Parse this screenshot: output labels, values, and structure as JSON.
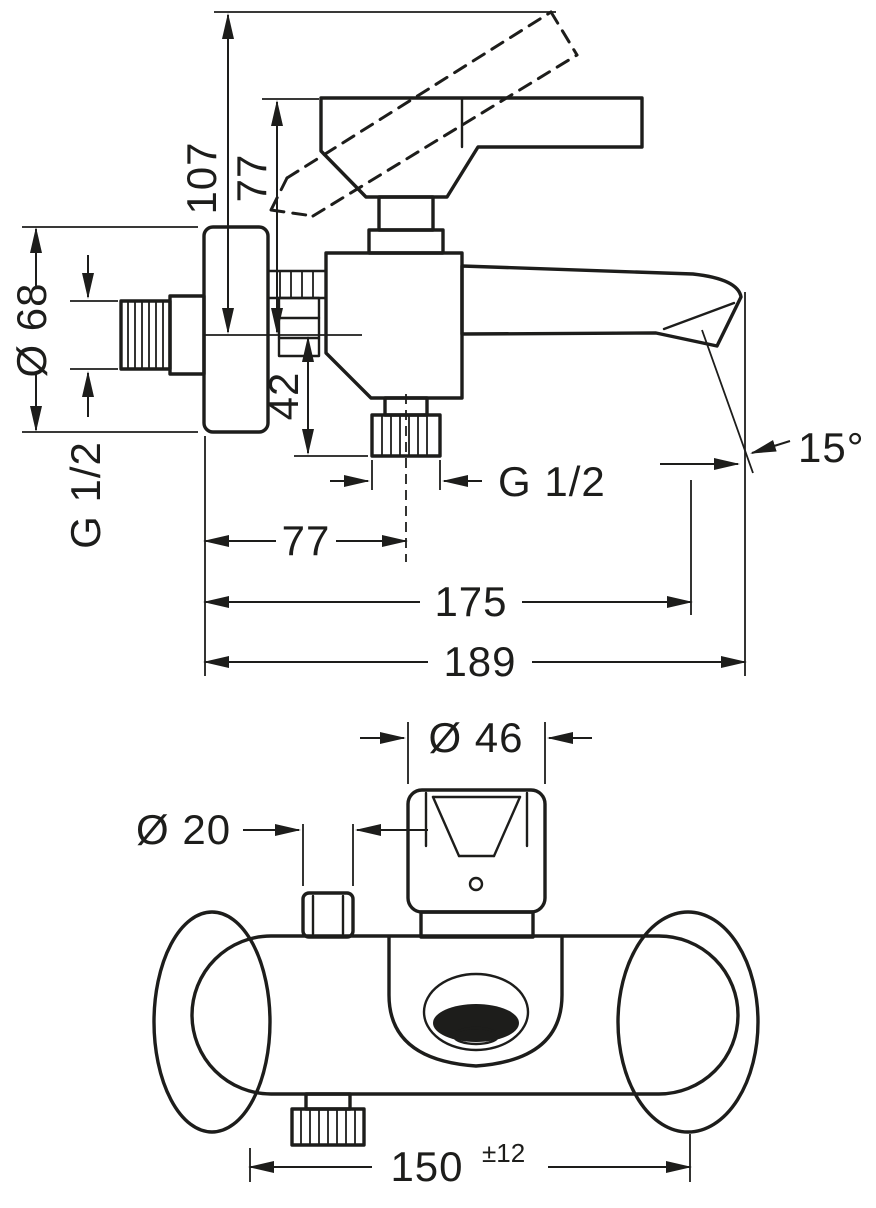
{
  "drawing": {
    "background": "#ffffff",
    "line_color": "#1d1d1b",
    "description": "technical dimensional drawing of wall-mounted single-lever bath mixer, side view and front view"
  },
  "side_view": {
    "dims": {
      "height_107": "107",
      "height_77": "77",
      "escutcheon_diameter": "Ø 68",
      "offset_42": "42",
      "inlet_thread": "G 1/2",
      "width_77": "77",
      "outlet_thread": "G 1/2",
      "width_175": "175",
      "width_189": "189",
      "spout_angle": "15°"
    }
  },
  "front_view": {
    "dims": {
      "handle_diameter": "Ø 46",
      "knob_diameter": "Ø 20",
      "center_distance": "150",
      "tolerance": "±12"
    }
  }
}
